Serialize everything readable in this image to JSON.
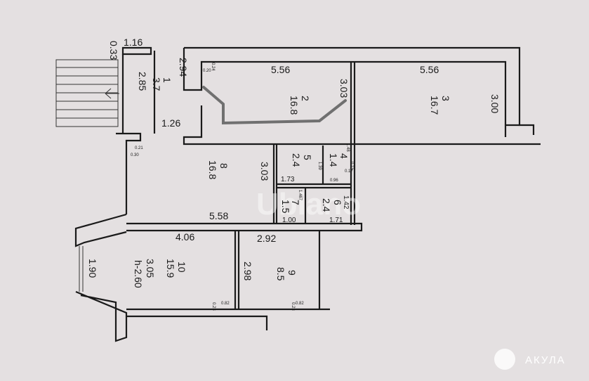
{
  "plan": {
    "outer_dims": {
      "top_left_width": "1.16",
      "top_left_offset": "0.33",
      "hall_width": "1.26"
    },
    "rooms": [
      {
        "number": "1",
        "area": "3.7",
        "dim_a": "2.94",
        "dim_b": "2.85"
      },
      {
        "number": "2",
        "area": "16.8",
        "dim_a": "5.56",
        "dim_b": "3.03",
        "note_a": "0.24",
        "note_b": "0.20"
      },
      {
        "number": "3",
        "area": "16.7",
        "dim_a": "5.56",
        "dim_b": "3.00"
      },
      {
        "number": "4",
        "area": "1.4",
        "dim_a": "1.48",
        "dim_b": "0.96",
        "note_a": "0.17",
        "note_b": "0.15"
      },
      {
        "number": "5",
        "area": "2.4",
        "dim_a": "1.73",
        "dim_b": "1.39"
      },
      {
        "number": "6",
        "area": "2.4",
        "dim_a": "1.71",
        "dim_b": "1.42"
      },
      {
        "number": "7",
        "area": "1.5",
        "dim_a": "1.00",
        "dim_b": "1.467"
      },
      {
        "number": "8",
        "area": "16.8",
        "dim_a": "5.58",
        "dim_b": "3.03",
        "note_a": "0.21",
        "note_b": "0.30"
      },
      {
        "number": "9",
        "area": "8.5",
        "dim_a": "2.92",
        "dim_b": "2.98",
        "note_a": "0.82",
        "note_b": "0.23"
      },
      {
        "number": "10",
        "area": "15.9",
        "dim_a": "4.06",
        "dim_b": "3.05",
        "dim_c": "1.90",
        "height": "h-2.60",
        "note_a": "0.82",
        "note_b": "0.23"
      }
    ]
  },
  "watermark": "Ubiano",
  "logo": "АКУЛА",
  "colors": {
    "paper": "#e4e0e1",
    "wall": "#1a1a1a",
    "marker": "#707070"
  }
}
